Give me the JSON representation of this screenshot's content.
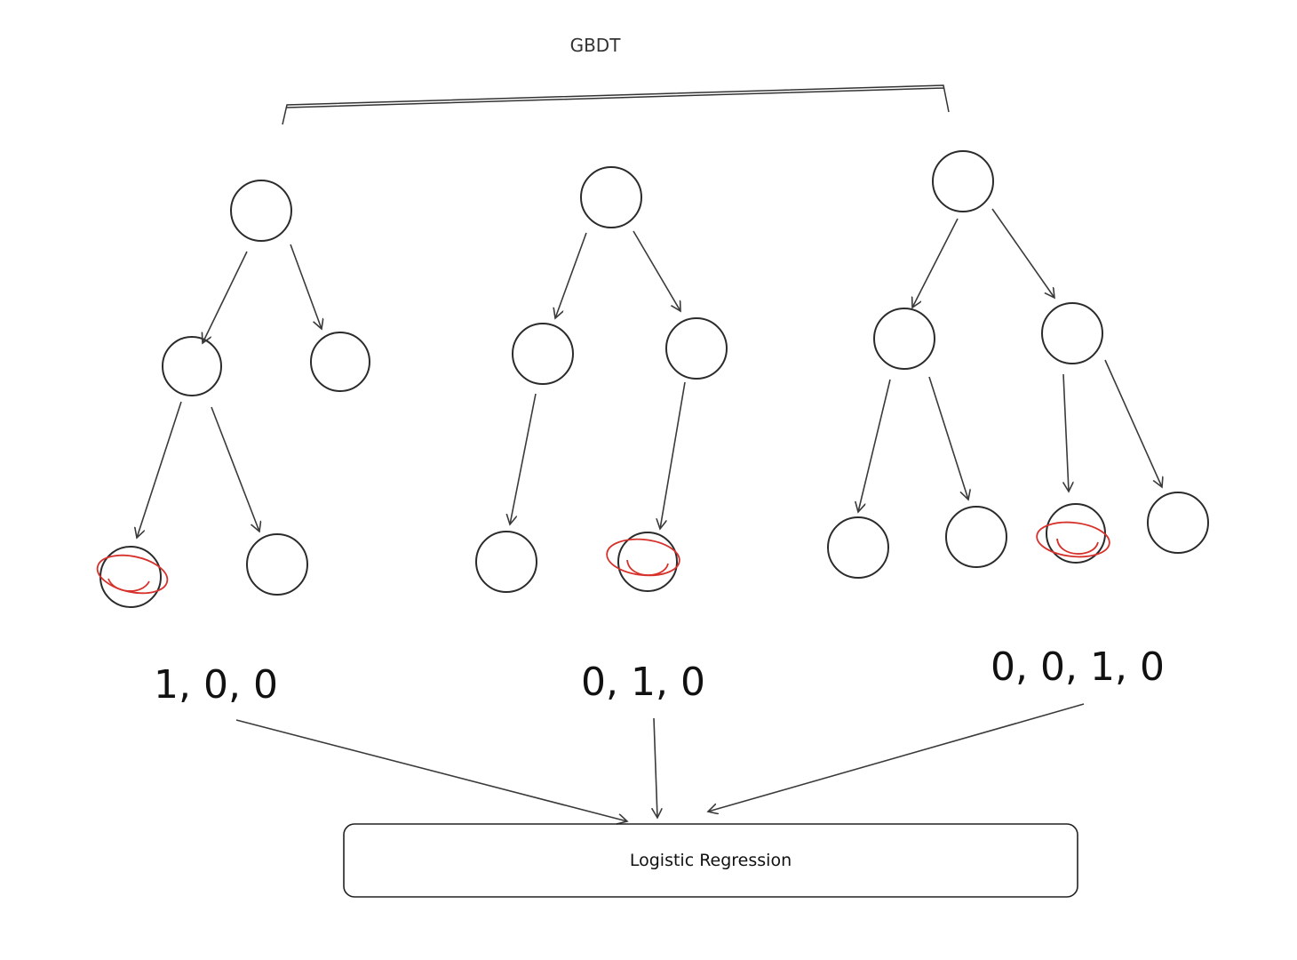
{
  "title": "GBDT",
  "colors": {
    "ink": "#2b2b2b",
    "highlight": "#d6312b"
  },
  "trees": [
    {
      "leaf_vector": "1, 0, 0",
      "highlighted_leaf": 1
    },
    {
      "leaf_vector": "0, 1, 0",
      "highlighted_leaf": 2
    },
    {
      "leaf_vector": "0, 0, 1, 0",
      "highlighted_leaf": 3
    }
  ],
  "model_box": {
    "label": "Logistic Regression"
  }
}
